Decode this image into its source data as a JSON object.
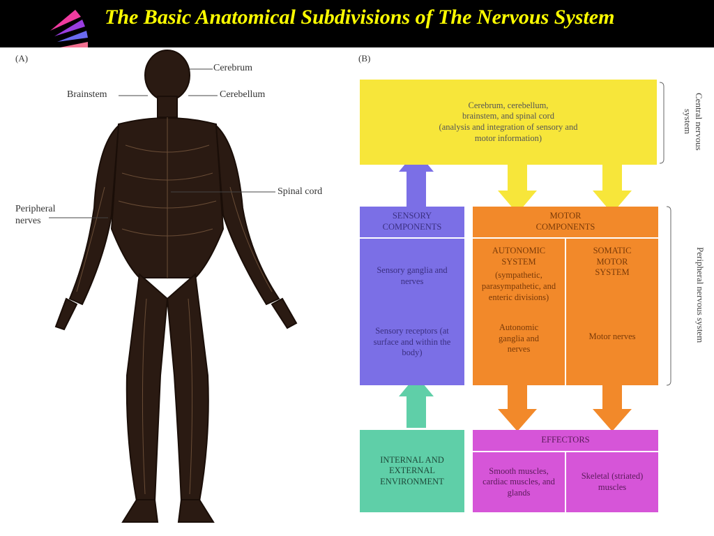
{
  "title": "The Basic Anatomical Subdivisions of The Nervous System",
  "colors": {
    "title": "#FFFF00",
    "cns": "#F7E63A",
    "sensory": "#7B6FE6",
    "motor": "#F2892A",
    "environment": "#5FCFA8",
    "effectors": "#D655D8",
    "body": "#2A1A12"
  },
  "panel_a": {
    "tag": "(A)",
    "labels": {
      "cerebrum": "Cerebrum",
      "brainstem": "Brainstem",
      "cerebellum": "Cerebellum",
      "spinal_cord": "Spinal cord",
      "peripheral_nerves": "Peripheral nerves"
    }
  },
  "panel_b": {
    "tag": "(B)",
    "cns_box": {
      "line1": "Cerebrum, cerebellum,",
      "line2": "brainstem, and spinal cord",
      "line3": "(analysis and integration of sensory and",
      "line4": "motor information)"
    },
    "cns_side_label": "Central nervous system",
    "pns_side_label": "Peripheral nervous system",
    "sensory": {
      "header": "SENSORY COMPONENTS",
      "item1": "Sensory ganglia and nerves",
      "item2": "Sensory receptors (at surface and within the body)"
    },
    "motor": {
      "header": "MOTOR COMPONENTS",
      "autonomic_title": "AUTONOMIC SYSTEM",
      "autonomic_desc": "(sympathetic, parasympathetic, and enteric divisions)",
      "autonomic_item": "Autonomic ganglia and nerves",
      "somatic_title": "SOMATIC MOTOR SYSTEM",
      "somatic_item": "Motor nerves"
    },
    "environment": "INTERNAL AND EXTERNAL ENVIRONMENT",
    "effectors": {
      "header": "EFFECTORS",
      "smooth": "Smooth muscles, cardiac muscles, and glands",
      "skeletal": "Skeletal (striated) muscles"
    }
  }
}
